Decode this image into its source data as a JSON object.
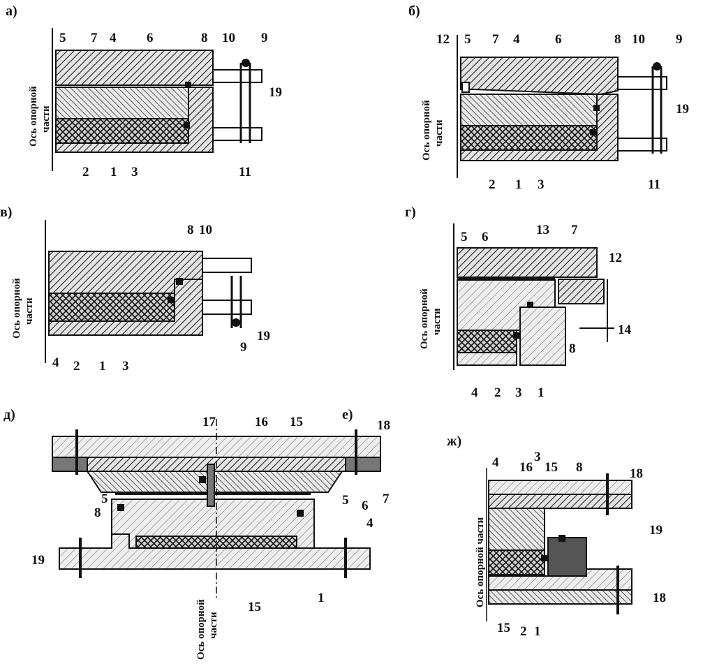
{
  "panels": {
    "a": "а)",
    "b": "б)",
    "v": "в)",
    "g": "г)",
    "d": "д)",
    "e": "е)",
    "zh": "ж)"
  },
  "axis_label": {
    "line1": "Ось опорной",
    "line2": "части",
    "single": "Ось опорной части"
  },
  "callouts": {
    "a": [
      "5",
      "7",
      "4",
      "6",
      "8",
      "10",
      "9",
      "19",
      "2",
      "1",
      "3",
      "11"
    ],
    "b": [
      "12",
      "5",
      "7",
      "4",
      "6",
      "8",
      "10",
      "9",
      "19",
      "2",
      "1",
      "3",
      "11"
    ],
    "v": [
      "8",
      "10",
      "19",
      "9",
      "4",
      "2",
      "1",
      "3"
    ],
    "g": [
      "5",
      "6",
      "13",
      "7",
      "12",
      "14",
      "8",
      "4",
      "2",
      "3",
      "1"
    ],
    "d": [
      "17",
      "16",
      "15",
      "18",
      "5",
      "5",
      "6",
      "7",
      "8",
      "4",
      "19",
      "1",
      "15"
    ],
    "zh": [
      "4",
      "16",
      "3",
      "15",
      "8",
      "18",
      "19",
      "18",
      "15",
      "2",
      "1"
    ]
  },
  "colors": {
    "ink": "#111111",
    "hatch": "#222222",
    "grey_fill": "#d9d9d9",
    "paper": "#ffffff"
  }
}
